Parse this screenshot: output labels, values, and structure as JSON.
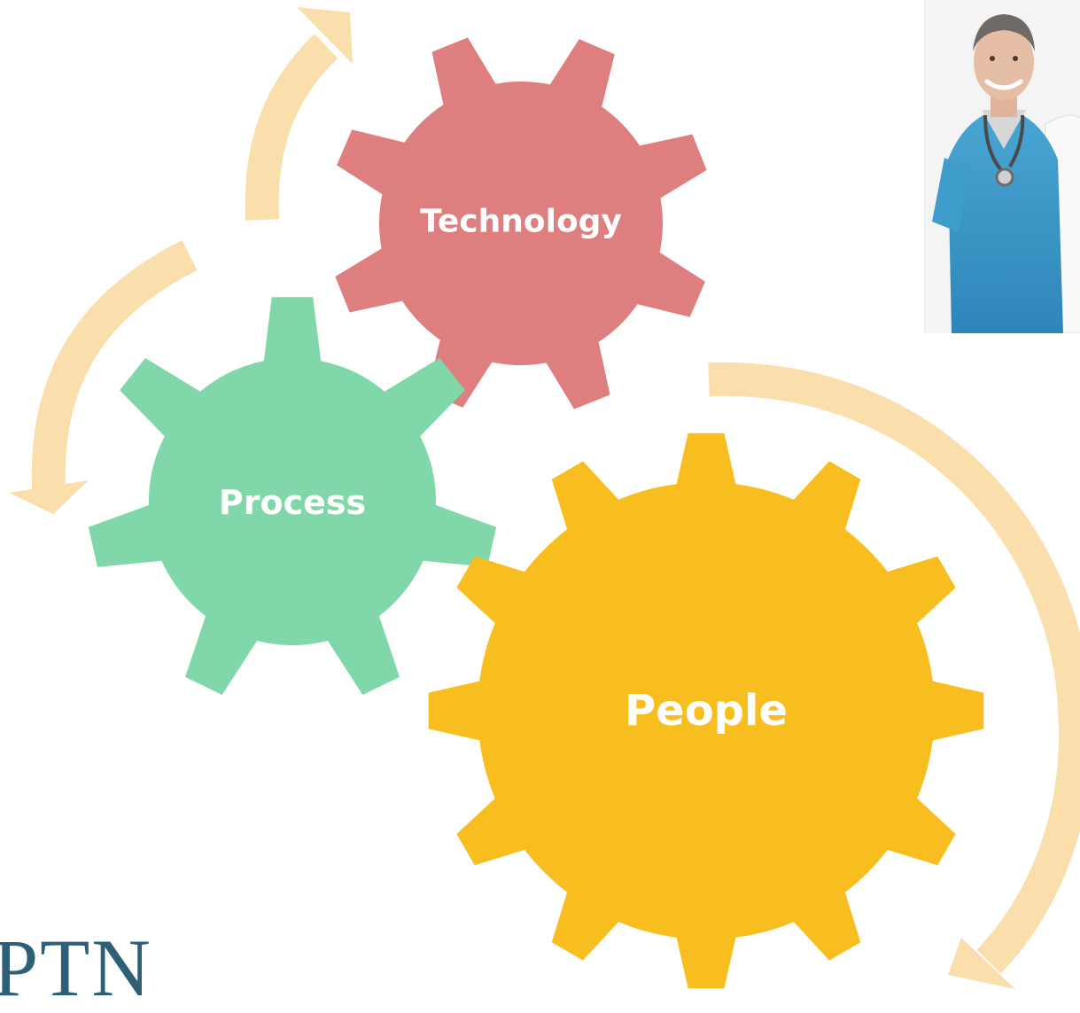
{
  "diagram": {
    "gears": {
      "technology": {
        "label": "Technology",
        "color": "#de7e7f"
      },
      "process": {
        "label": "Process",
        "color": "#80d7a9"
      },
      "people": {
        "label": "People",
        "color": "#f8be20"
      }
    },
    "arrow_color": "#fadfad"
  },
  "photo": {
    "subject": "smiling doctor in blue scrubs with stethoscope"
  },
  "logo": {
    "text": "PTN",
    "color": "#2f5f77"
  }
}
